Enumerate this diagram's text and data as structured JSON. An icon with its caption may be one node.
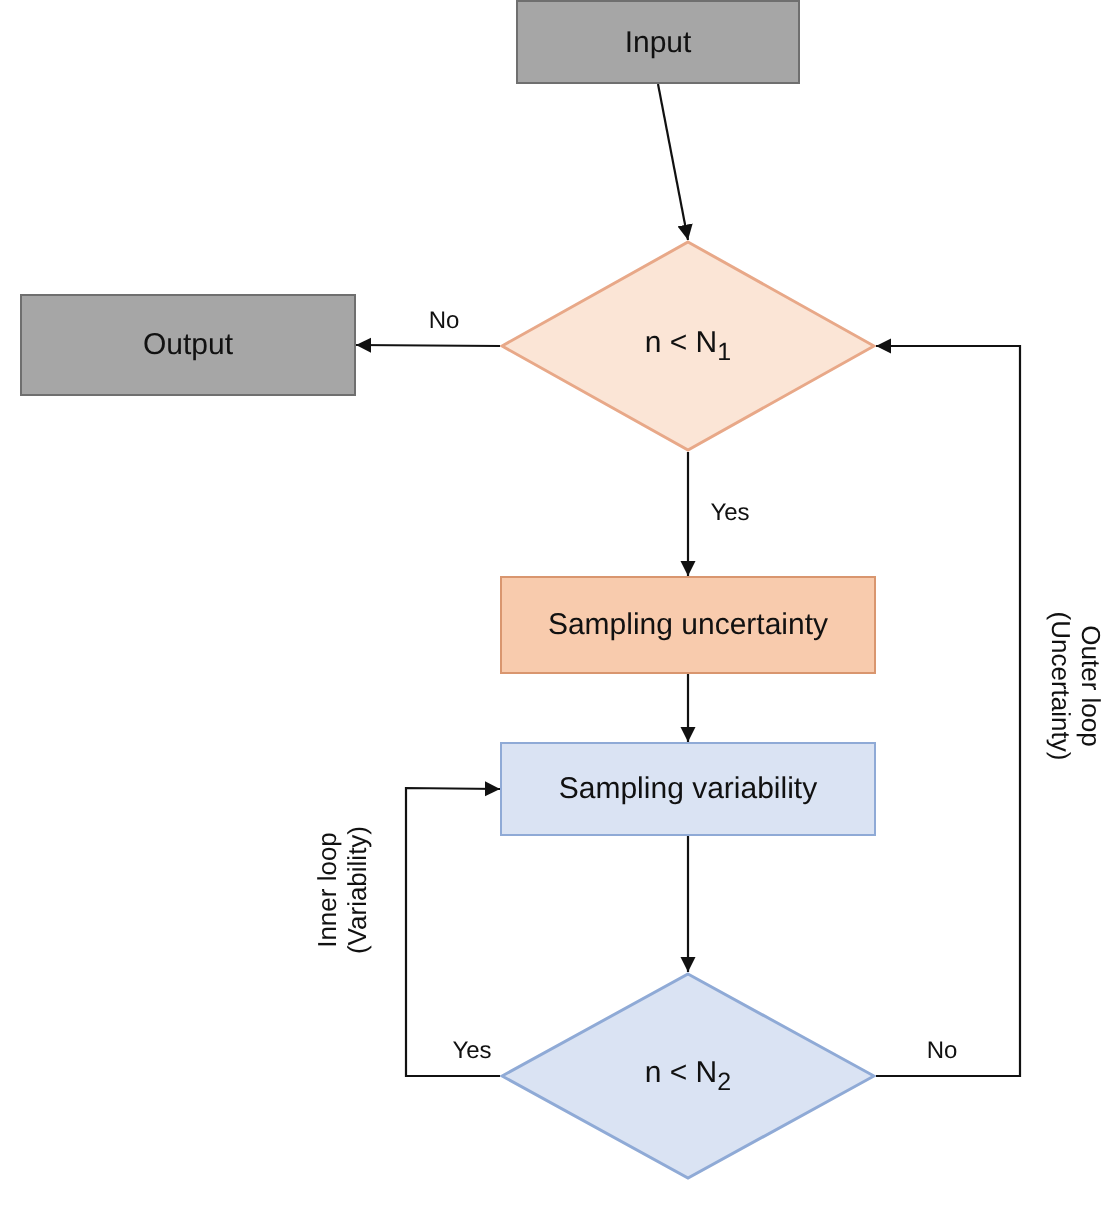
{
  "diagram": {
    "nodes": [
      {
        "text": [
          "Input"
        ]
      },
      {
        "text": [
          "n < N$_{1}$"
        ]
      },
      {
        "text": [
          "Output"
        ]
      },
      {
        "text": [
          "Sampling uncertainty"
        ]
      },
      {
        "text": [
          "Sampling variability"
        ]
      },
      {
        "text": [
          "n < N$_{2}$"
        ]
      }
    ],
    "edges": [
      {
        "from": 0,
        "to": 1,
        "arrow": "to"
      },
      {
        "from": 1,
        "to": 2,
        "arrow": "to",
        "label": "No"
      },
      {
        "from": 1,
        "to": 3,
        "arrow": "to",
        "label": "Yes"
      },
      {
        "from": 3,
        "to": 4,
        "arrow": "to"
      },
      {
        "from": 4,
        "to": 5,
        "arrow": "to"
      },
      {
        "from": 5,
        "to": 4,
        "arrow": "to",
        "label": "Yes"
      },
      {
        "from": 5,
        "to": 1,
        "arrow": "to",
        "label": "No"
      }
    ],
    "labels": [
      "Inner loop (Variability)",
      "Outer loop (Uncertainty)"
    ]
  }
}
